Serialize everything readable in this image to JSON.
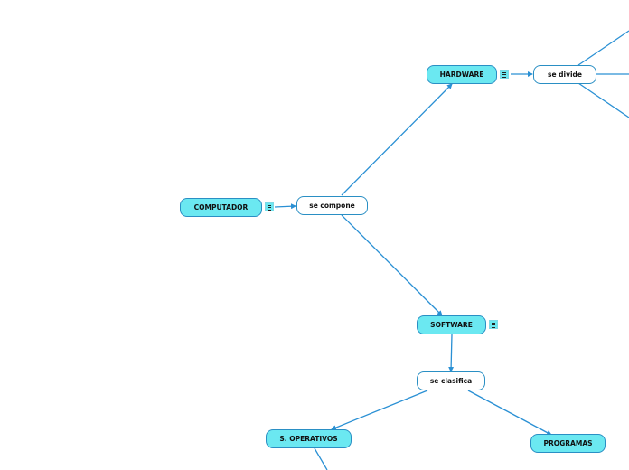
{
  "concepts": {
    "computador": "COMPUTADOR",
    "hardware": "HARDWARE",
    "software": "SOFTWARE",
    "sistemas_operativos": "S. OPERATIVOS",
    "programas": "PROGRAMAS"
  },
  "links": {
    "se_compone": "se compone",
    "se_divide": "se divide",
    "se_clasifica": "se clasifica"
  },
  "icons": {
    "note": "note-list-icon"
  },
  "colors": {
    "concept_fill": "#6be8f1",
    "border": "#2a8fc4",
    "edge": "#2a90d4",
    "link_fill": "#ffffff"
  }
}
